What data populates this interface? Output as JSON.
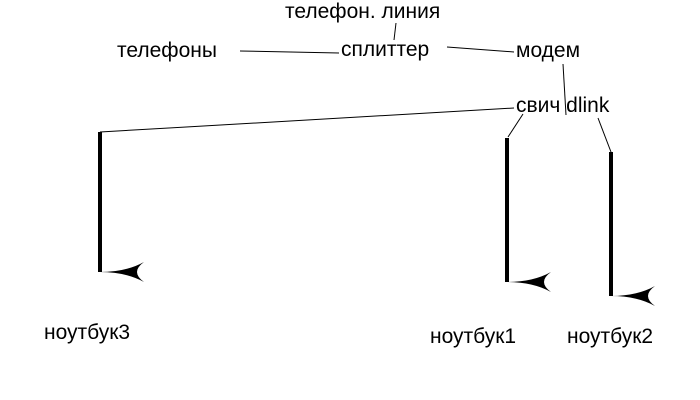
{
  "nodes": {
    "phone_line": "телефон. линия",
    "phones": "телефоны",
    "splitter": "сплиттер",
    "modem": "модем",
    "switch": "свич dlink",
    "laptop3": "ноутбук3",
    "laptop1": "ноутбук1",
    "laptop2": "ноутбук2"
  },
  "edges": [
    {
      "from": "phone_line",
      "to": "splitter"
    },
    {
      "from": "phones",
      "to": "splitter"
    },
    {
      "from": "splitter",
      "to": "modem"
    },
    {
      "from": "modem",
      "to": "switch"
    },
    {
      "from": "switch",
      "to": "laptop3"
    },
    {
      "from": "switch",
      "to": "laptop1"
    },
    {
      "from": "switch",
      "to": "laptop2"
    }
  ],
  "colors": {
    "line": "#000000",
    "background": "#ffffff"
  }
}
